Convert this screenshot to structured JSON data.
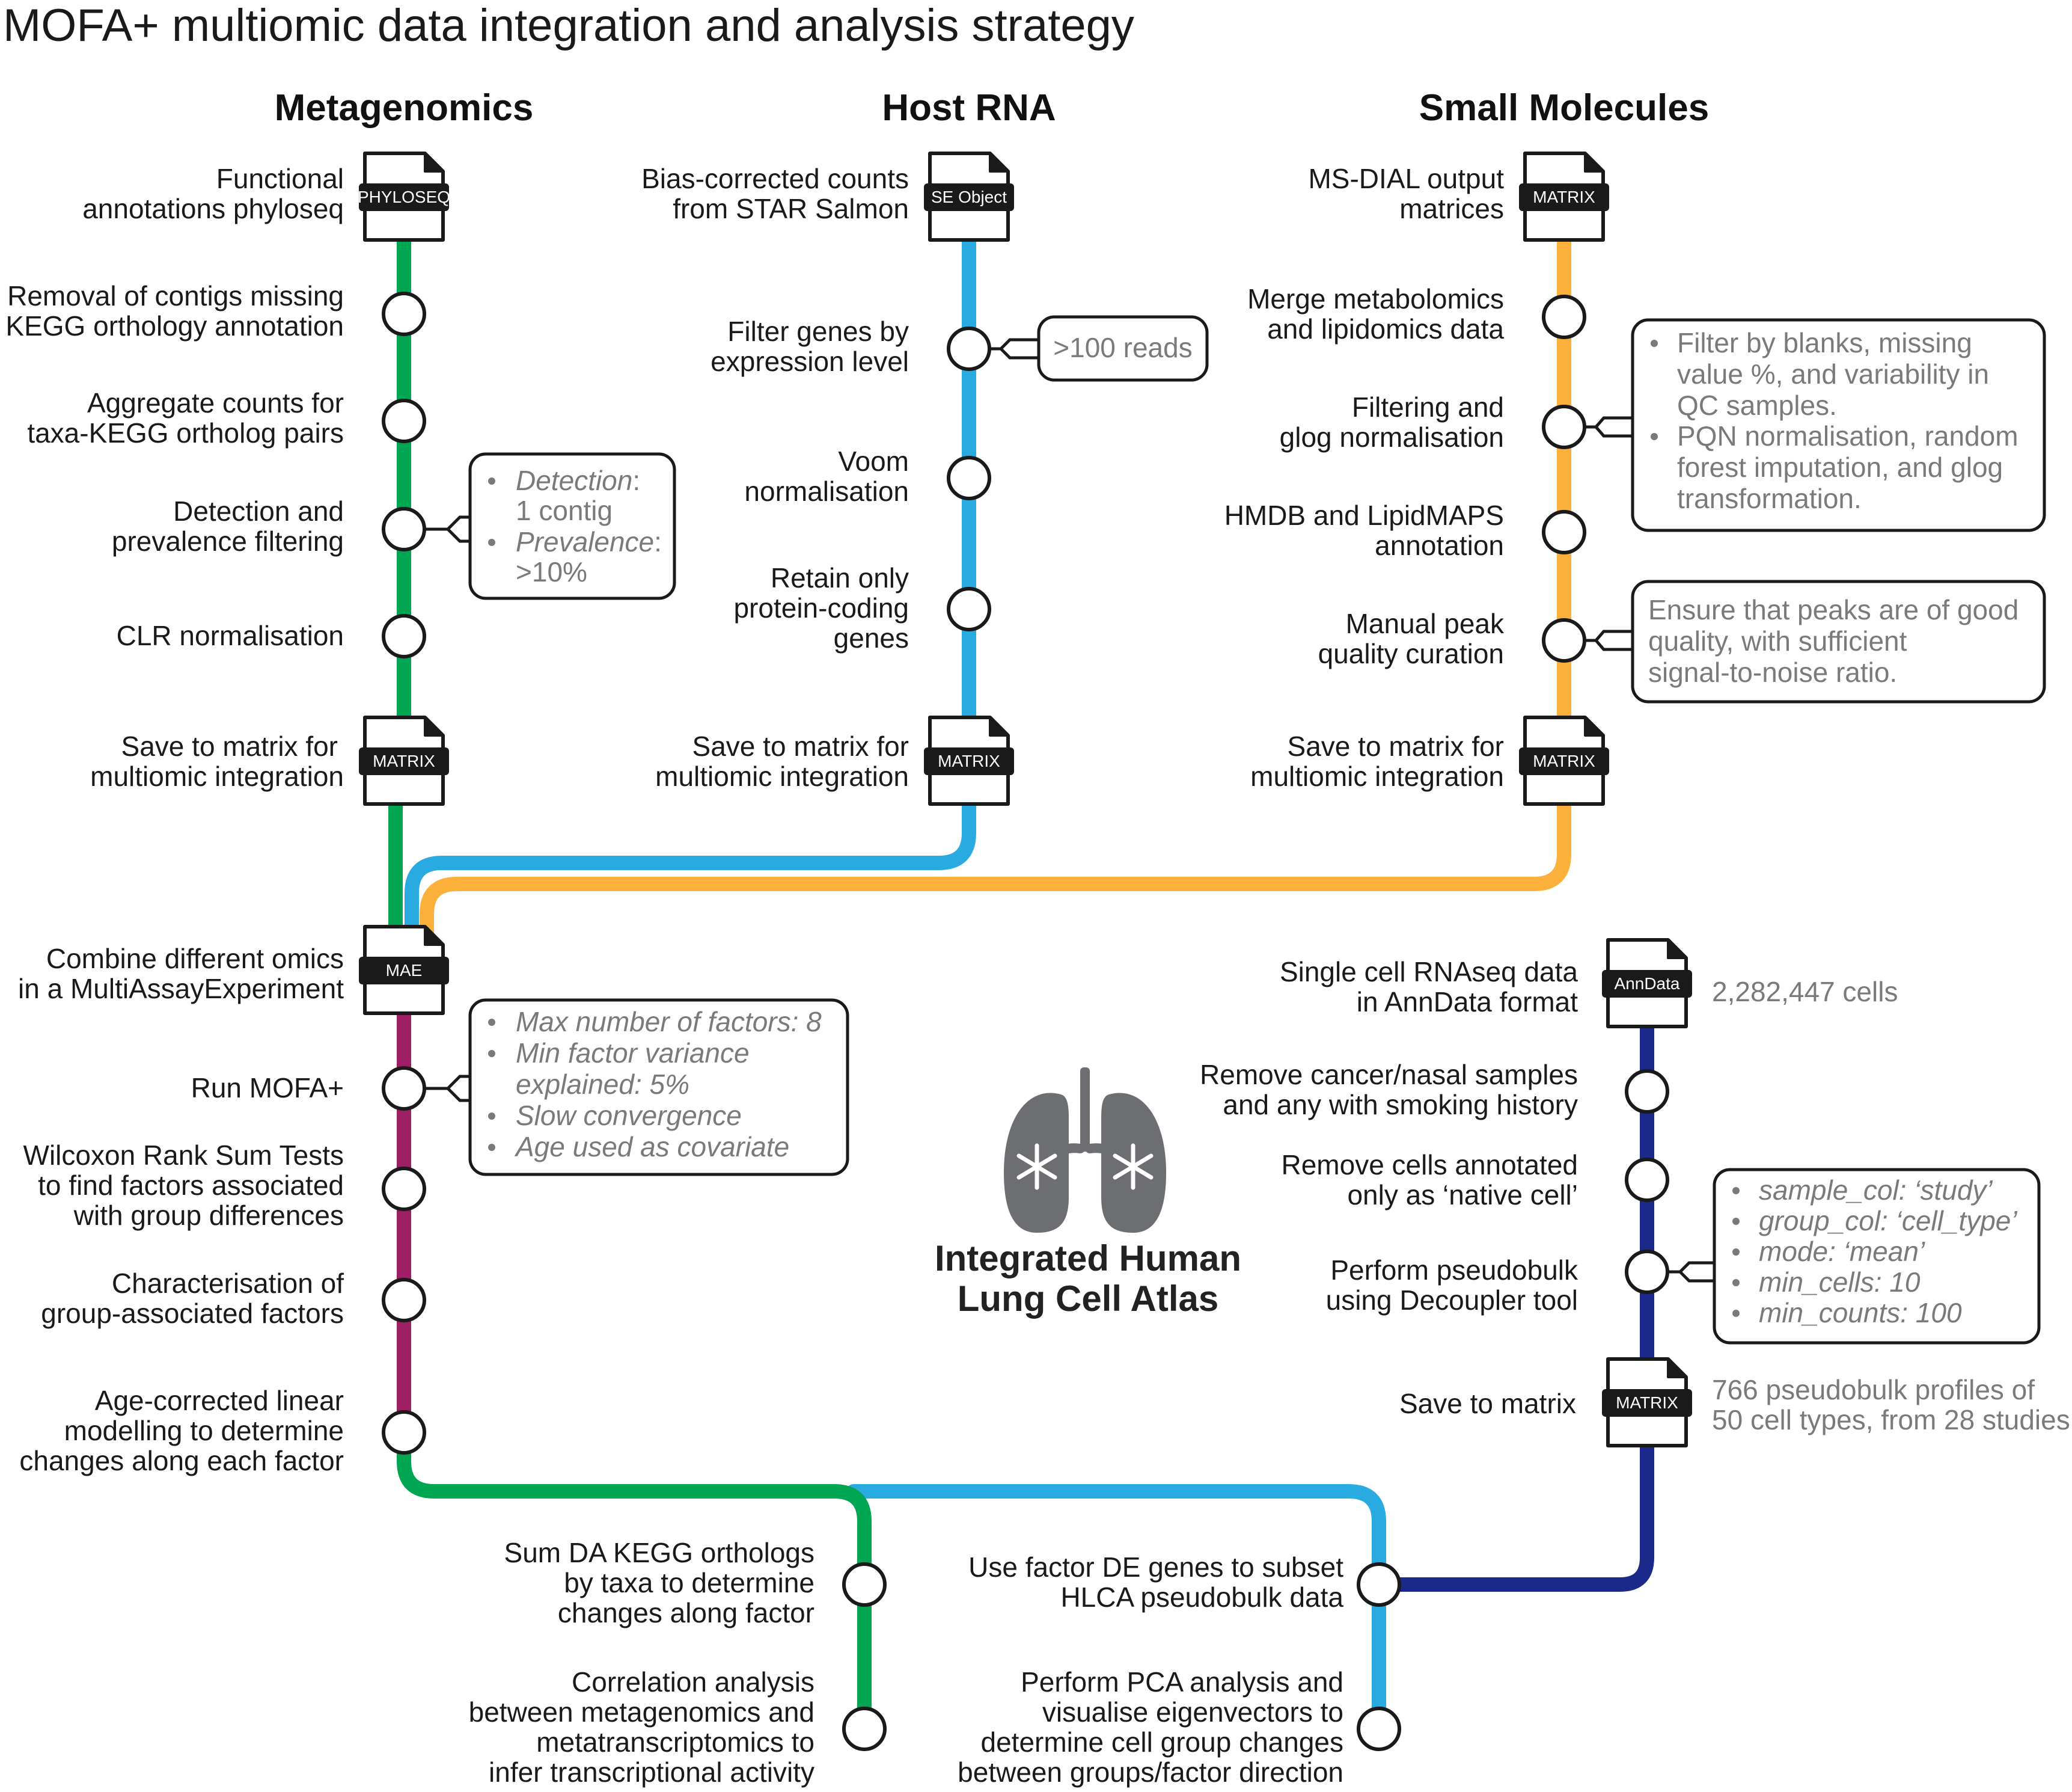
{
  "title": "MOFA+ multiomic data integration and analysis strategy",
  "colors": {
    "metagenomics": "#00a651",
    "host_rna": "#29abe2",
    "small_molecules": "#fbb03b",
    "mofa": "#9e1f63",
    "hlca": "#1b2a8a",
    "file_icon": "#1a1a1a",
    "lung_icon": "#6d6e71"
  },
  "columns": {
    "metagenomics": {
      "heading": "Metagenomics",
      "input_label": [
        "Functional",
        "annotations phyloseq"
      ],
      "input_tag": "PHYLOSEQ",
      "steps": [
        [
          "Removal of contigs missing",
          "KEGG orthology annotation"
        ],
        [
          "Aggregate counts for",
          "taxa-KEGG ortholog pairs"
        ],
        [
          "Detection and",
          "prevalence filtering"
        ],
        [
          "CLR normalisation"
        ]
      ],
      "note_items": [
        {
          "key": "Detection",
          "rest": ":",
          "value": "1 contig"
        },
        {
          "key": "Prevalence",
          "rest": ":",
          "value": ">10%"
        }
      ],
      "output_label": [
        "Save to matrix for",
        "multiomic integration"
      ],
      "output_tag": "MATRIX"
    },
    "host_rna": {
      "heading": "Host RNA",
      "input_label": [
        "Bias-corrected counts",
        "from STAR Salmon"
      ],
      "input_tag": "SE Object",
      "steps": [
        [
          "Filter genes by",
          "expression level"
        ],
        [
          "Voom",
          "normalisation"
        ],
        [
          "Retain only",
          "protein-coding",
          "genes"
        ]
      ],
      "note": ">100 reads",
      "output_label": [
        "Save to matrix for",
        "multiomic integration"
      ],
      "output_tag": "MATRIX"
    },
    "small_molecules": {
      "heading": "Small Molecules",
      "input_label": [
        "MS-DIAL output",
        "matrices"
      ],
      "input_tag": "MATRIX",
      "steps": [
        [
          "Merge metabolomics",
          "and lipidomics data"
        ],
        [
          "Filtering and",
          "glog normalisation"
        ],
        [
          "HMDB and LipidMAPS",
          "annotation"
        ],
        [
          "Manual peak",
          "quality curation"
        ]
      ],
      "filter_note_items": [
        [
          "Filter by blanks, missing",
          "value %, and variability in",
          "QC samples."
        ],
        [
          "PQN normalisation, random",
          "forest imputation, and glog",
          "transformation."
        ]
      ],
      "curation_note": [
        "Ensure that peaks are of good",
        "quality, with sufficient",
        "signal-to-noise ratio."
      ],
      "output_label": [
        "Save to matrix for",
        "multiomic integration"
      ],
      "output_tag": "MATRIX"
    }
  },
  "mofa": {
    "combine_label": [
      "Combine different omics",
      "in a MultiAssayExperiment"
    ],
    "combine_tag": "MAE",
    "steps": [
      [
        "Run MOFA+"
      ],
      [
        "Wilcoxon Rank Sum Tests",
        "to find factors associated",
        "with group differences"
      ],
      [
        "Characterisation of",
        "group-associated factors"
      ],
      [
        "Age-corrected linear",
        "modelling to determine",
        "changes along each factor"
      ]
    ],
    "note_items": [
      [
        "Max number of factors: 8"
      ],
      [
        "Min factor variance",
        "explained: 5%"
      ],
      [
        "Slow convergence"
      ],
      [
        "Age used as covariate"
      ]
    ]
  },
  "downstream": {
    "metagenomics_steps": [
      [
        "Sum DA KEGG orthologs",
        "by taxa to determine",
        "changes along factor"
      ],
      [
        "Correlation analysis",
        "between metagenomics and",
        "metatranscriptomics to",
        "infer transcriptional activity"
      ]
    ],
    "host_steps": [
      [
        "Use factor DE genes to subset",
        "HLCA pseudobulk data"
      ],
      [
        "Perform PCA analysis and",
        "visualise eigenvectors to",
        "determine cell group changes",
        "between groups/factor direction"
      ]
    ]
  },
  "hlca": {
    "title_lines": [
      "Integrated Human",
      "Lung Cell Atlas"
    ],
    "input_label": [
      "Single cell RNAseq data",
      "in AnnData format"
    ],
    "input_tag": "AnnData",
    "input_note": "2,282,447 cells",
    "steps": [
      [
        "Remove cancer/nasal samples",
        "and any with smoking history"
      ],
      [
        "Remove cells annotated",
        "only as ‘native cell’"
      ],
      [
        "Perform pseudobulk",
        "using Decoupler tool"
      ]
    ],
    "param_items": [
      "sample_col: ‘study’",
      "group_col: ‘cell_type’",
      "mode: ‘mean’",
      "min_cells: 10",
      "min_counts: 100"
    ],
    "output_label": [
      "Save to matrix"
    ],
    "output_tag": "MATRIX",
    "output_note": [
      "766 pseudobulk profiles of",
      "50 cell types, from 28 studies"
    ]
  }
}
